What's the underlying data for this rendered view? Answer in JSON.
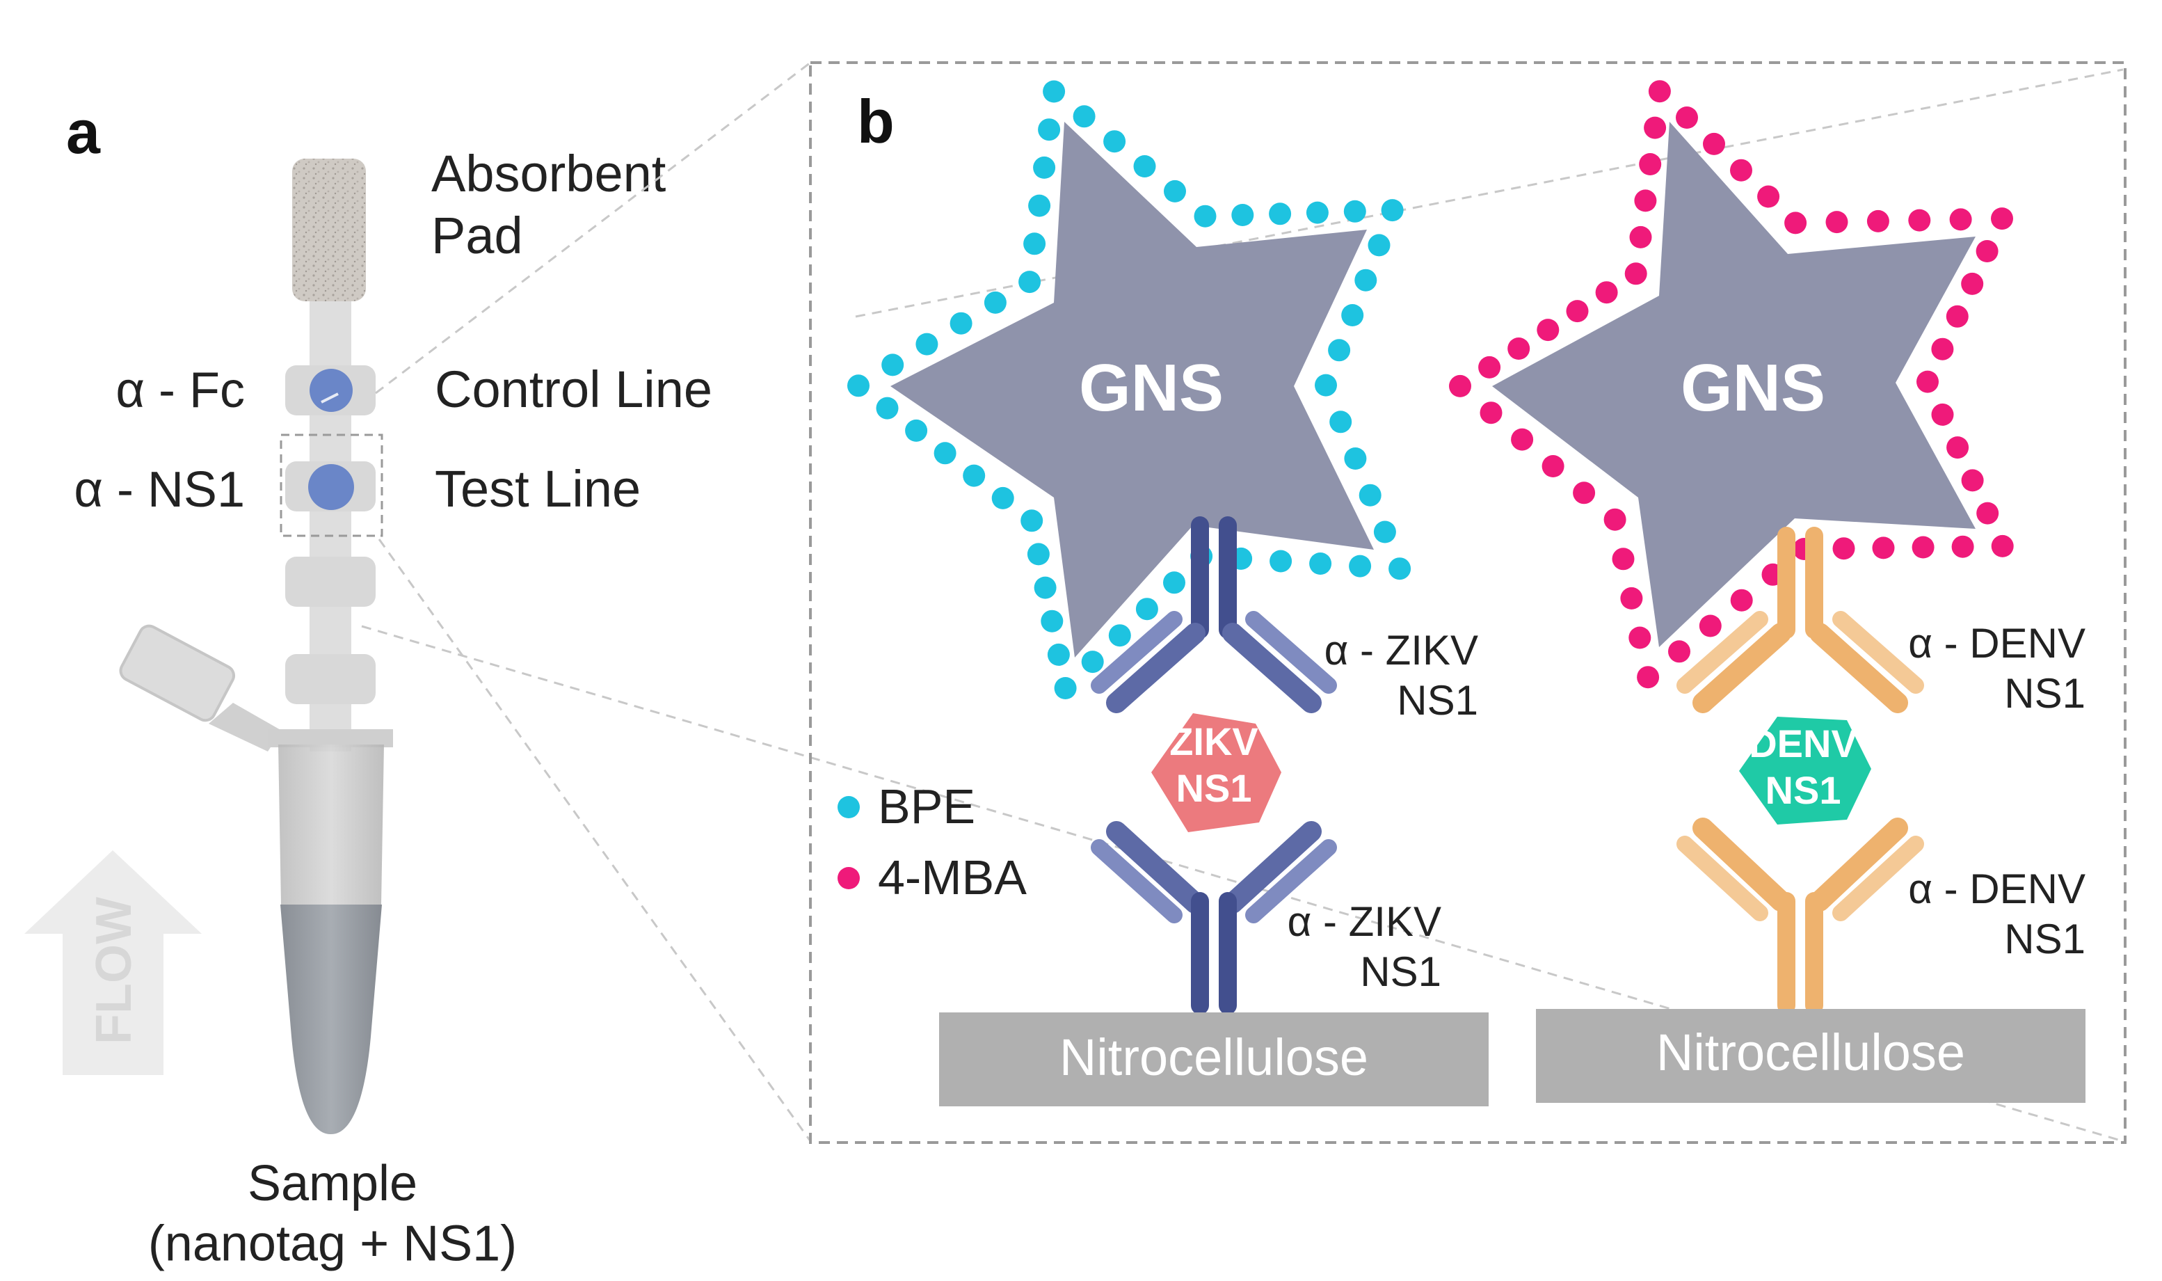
{
  "panel_a": {
    "label": "a",
    "absorbent_pad": "Absorbent\nPad",
    "control_line": "Control Line",
    "test_line": "Test Line",
    "alpha_fc": "α - Fc",
    "alpha_ns1": "α - NS1",
    "flow": "FLOW",
    "sample": "Sample\n(nanotag + NS1)"
  },
  "panel_b": {
    "label": "b",
    "left": {
      "particle": "GNS",
      "antibody_top": "α - ZIKV\nNS1",
      "antigen": "ZIKV\nNS1",
      "antibody_bottom": "α - ZIKV\nNS1",
      "membrane": "Nitrocellulose"
    },
    "right": {
      "particle": "GNS",
      "antibody_top": "α - DENV\nNS1",
      "antigen": "DENV\nNS1",
      "antibody_bottom": "α - DENV\nNS1",
      "membrane": "Nitrocellulose"
    },
    "legend": [
      {
        "label": "BPE",
        "color": "#1ec3e0"
      },
      {
        "label": "4-MBA",
        "color": "#ef1a7a"
      }
    ]
  },
  "colors": {
    "star": "#8f93ab",
    "zikv_antibody": "#424f8e",
    "denv_antibody": "#eeb26e",
    "zikv_antigen": "#ec7a7e",
    "denv_antigen": "#1fcaa6",
    "membrane": "#b0b0b0",
    "dot_blue": "#6a86c8"
  }
}
